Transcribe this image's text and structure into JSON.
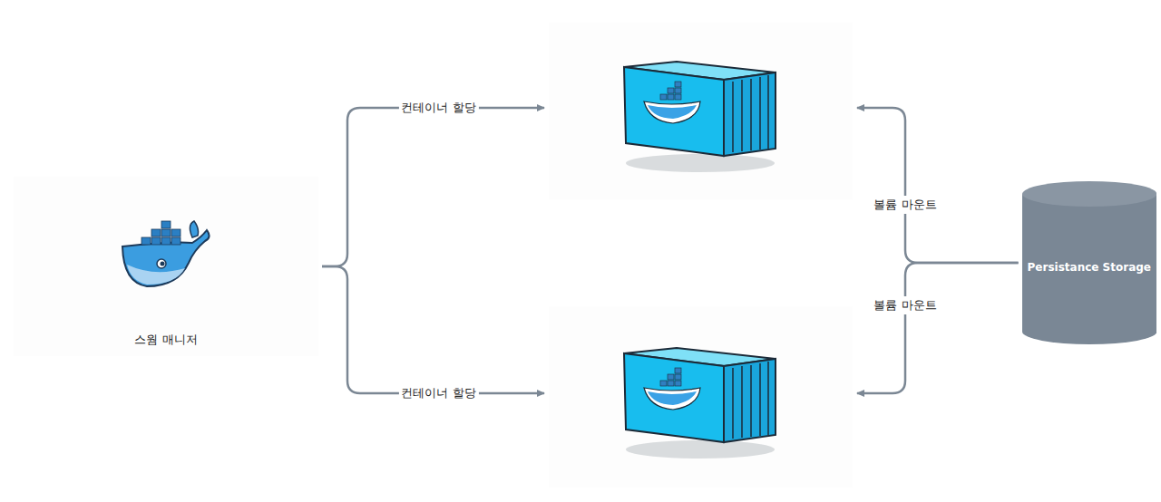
{
  "diagram": {
    "nodes": [
      {
        "text": [
          "스웜 매니저"
        ]
      },
      {
        "text": []
      },
      {
        "text": []
      },
      {
        "text": [
          "Persistance Storage"
        ]
      }
    ],
    "edges": [
      {
        "from": 0,
        "to": 1,
        "arrow": "to",
        "label": "컨테이너 할당"
      },
      {
        "from": 0,
        "to": 2,
        "arrow": "to",
        "label": "컨테이너 할당"
      },
      {
        "from": 3,
        "to": 1,
        "arrow": "to",
        "label": "볼륨 마운트"
      },
      {
        "from": 3,
        "to": 2,
        "arrow": "to",
        "label": "볼륨 마운트"
      }
    ]
  }
}
